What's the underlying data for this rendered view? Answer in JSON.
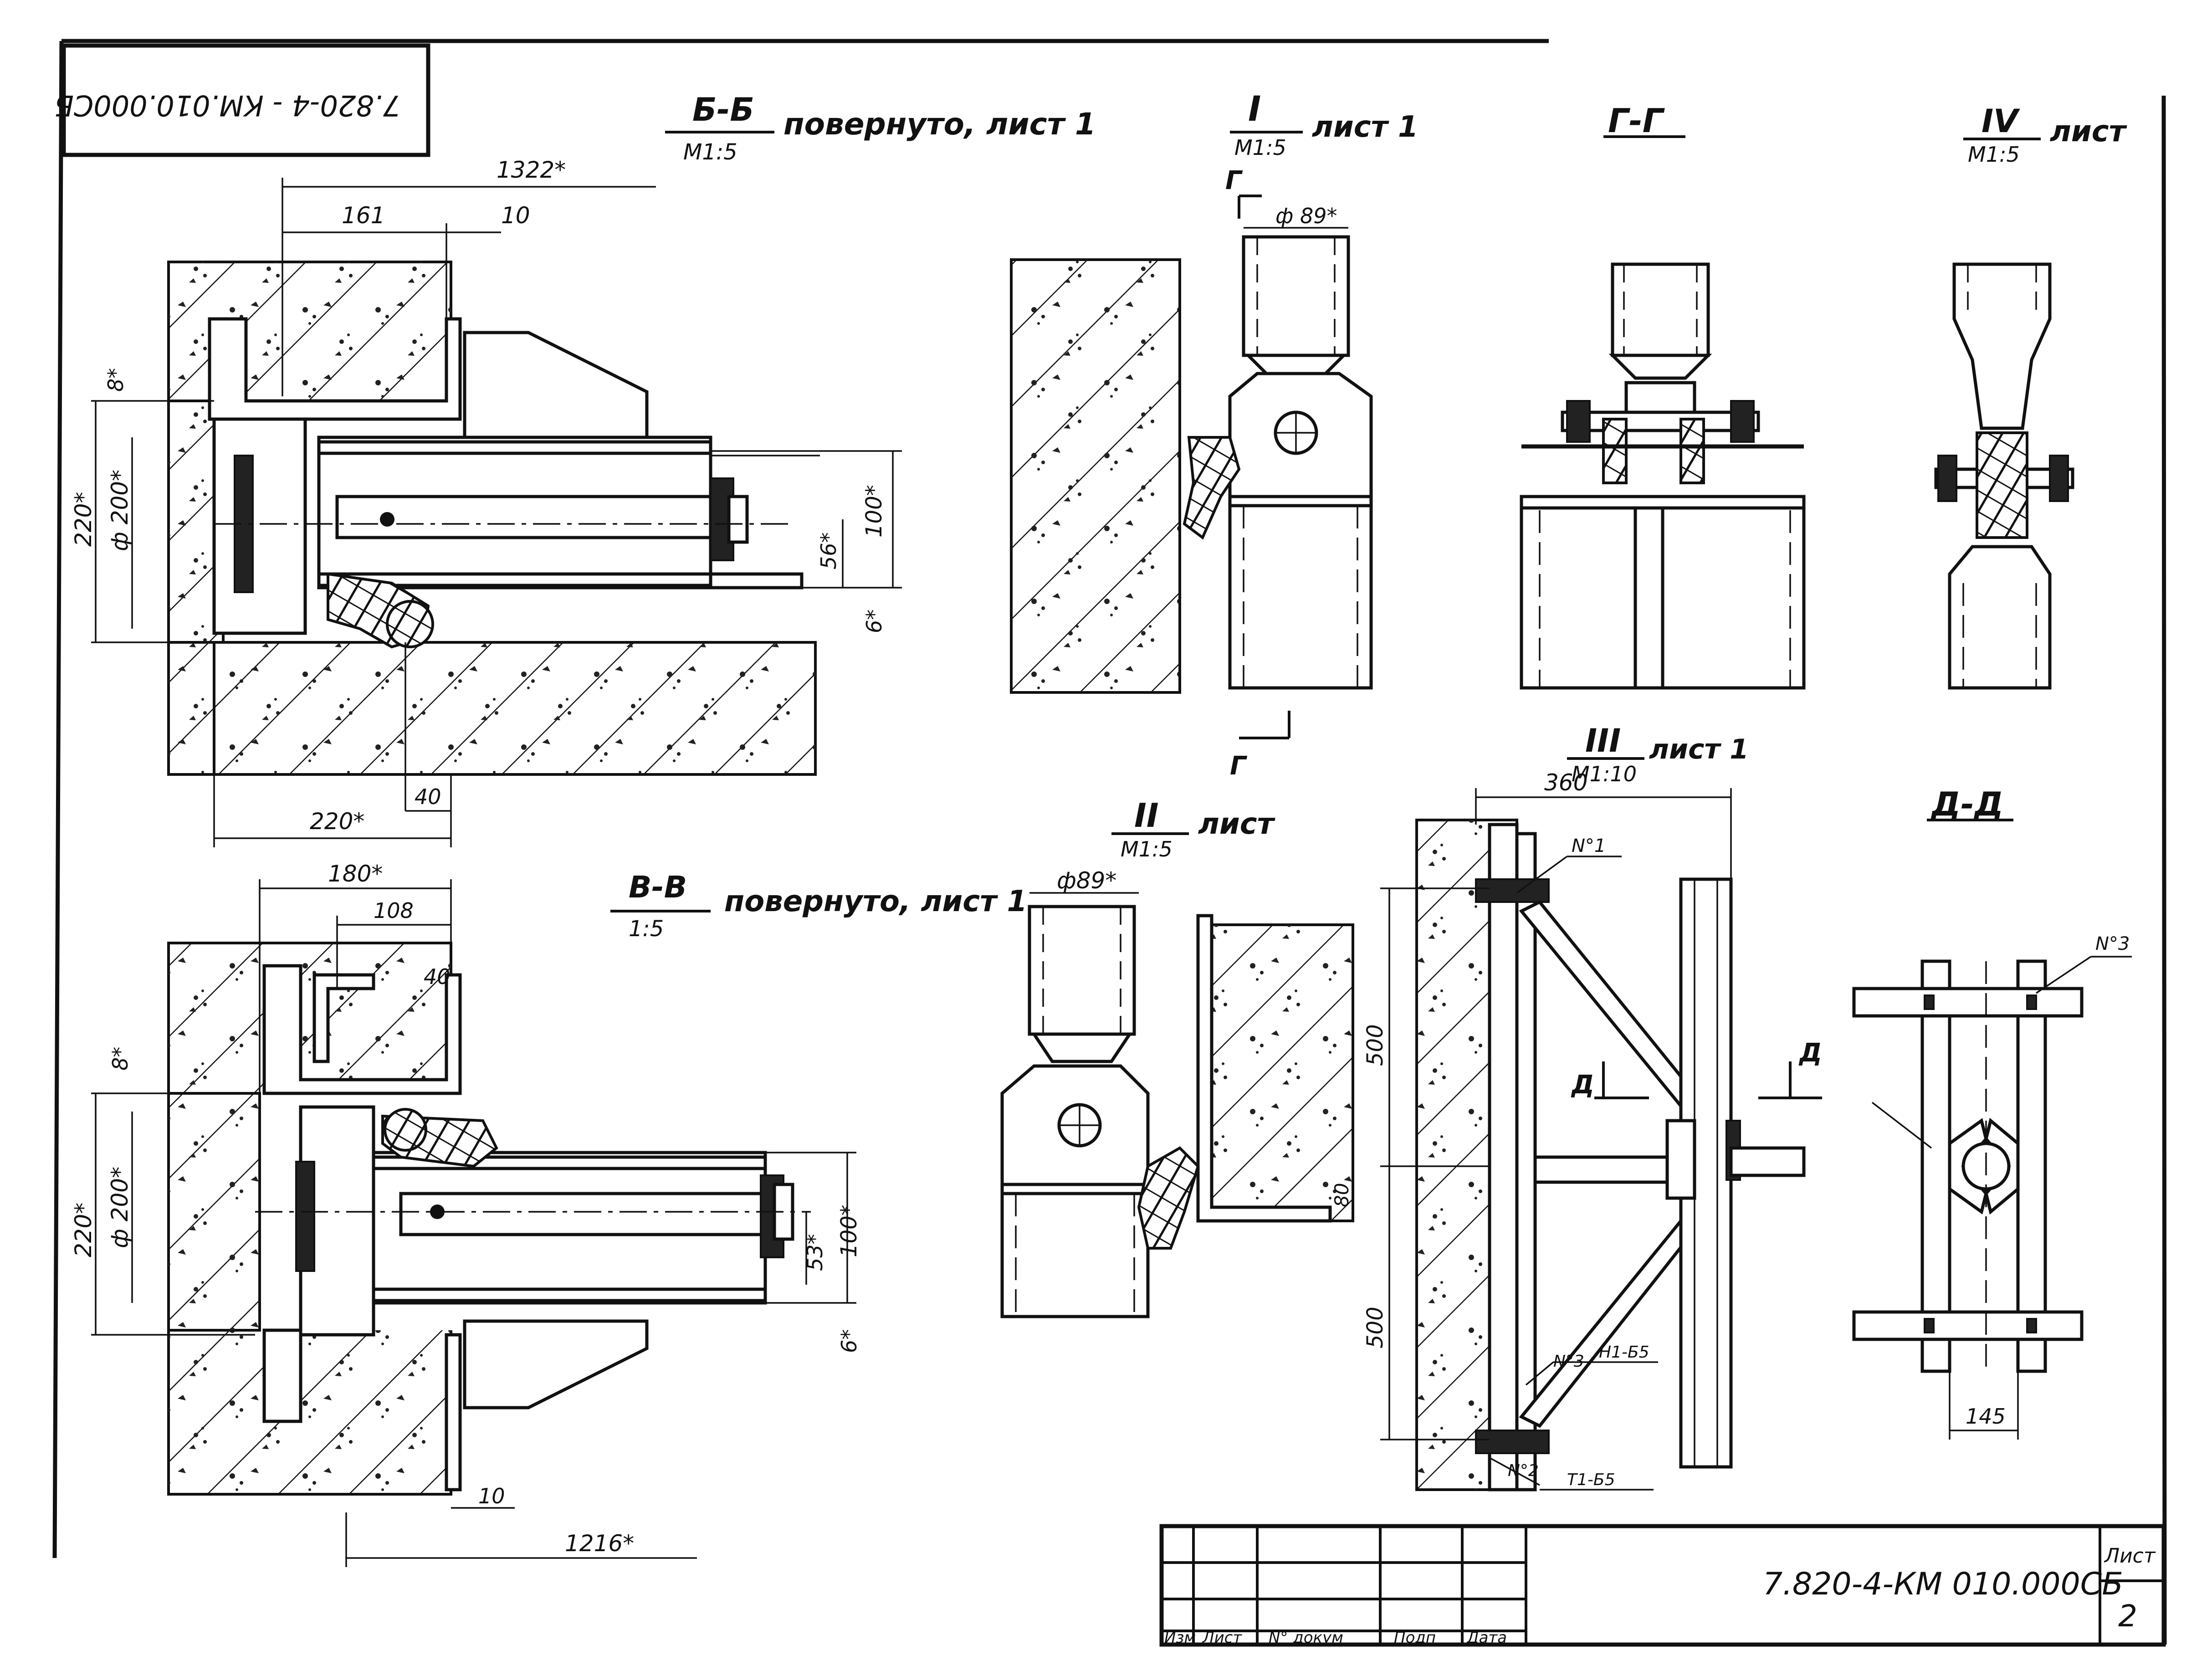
{
  "stamp": {
    "code": "7.820-4 - КМ.010.000СБ"
  },
  "views": {
    "bb": {
      "title": "Б-Б",
      "scale": "М1:5",
      "note": "повернуто, лист 1",
      "dims": {
        "d1322": "1322*",
        "d161": "161",
        "d10": "10",
        "d8": "8*",
        "d220v": "220*",
        "d200": "ф 200*",
        "d100": "100*",
        "d56": "56*",
        "d6": "6*",
        "d220h": "220*",
        "d40": "40"
      }
    },
    "vv": {
      "title": "В-В",
      "scale": "1:5",
      "note": "повернуто, лист 1",
      "dims": {
        "d180": "180*",
        "d108": "108",
        "d40": "40",
        "d8": "8*",
        "d220v": "220*",
        "d200": "ф 200*",
        "d100": "100*",
        "d53": "53*",
        "d6": "6*",
        "d10": "10",
        "d1216": "1216*"
      }
    },
    "v1": {
      "title": "I",
      "scale": "М1:5",
      "note": "лист 1",
      "dims": {
        "d89": "ф 89*"
      },
      "cut": "Г"
    },
    "gg": {
      "title": "Г-Г"
    },
    "v4": {
      "title": "IV",
      "scale": "М1:5",
      "note": "лист"
    },
    "v2": {
      "title": "II",
      "scale": "М1:5",
      "note": "лист",
      "dims": {
        "d89": "ф89*",
        "d80": "80"
      }
    },
    "v3": {
      "title": "III",
      "scale": "М1:10",
      "note": "лист 1",
      "dims": {
        "d360": "360",
        "d500a": "500",
        "d500b": "500",
        "cutA": "Д"
      },
      "callouts": {
        "p1": "Ν°1",
        "p3": "Ν°3",
        "w1": "Н1-Б5",
        "p2": "Ν°2",
        "w2": "Т1-Б5"
      }
    },
    "dd": {
      "title": "Д-Д",
      "dims": {
        "d145": "145"
      },
      "callouts": {
        "p3": "Ν°3"
      }
    }
  },
  "title_block": {
    "headers": [
      "Изм",
      "Лист",
      "N° докум",
      "Подп",
      "Дата"
    ],
    "code": "7.820-4-КМ 010.000СБ",
    "sheet_label": "Лист",
    "sheet_no": "2"
  }
}
